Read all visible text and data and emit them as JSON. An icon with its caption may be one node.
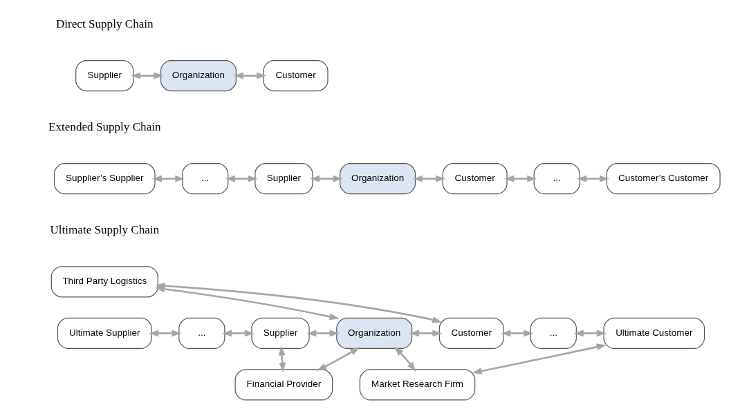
{
  "diagram": {
    "nodes": [
      {
        "text": [
          "Supplier"
        ]
      },
      {
        "text": [
          "Organization"
        ]
      },
      {
        "text": [
          "Customer"
        ]
      },
      {
        "text": [
          "Supplier’s Supplier"
        ]
      },
      {
        "text": [
          "..."
        ]
      },
      {
        "text": [
          "Supplier"
        ]
      },
      {
        "text": [
          "Organization"
        ]
      },
      {
        "text": [
          "Customer"
        ]
      },
      {
        "text": [
          "..."
        ]
      },
      {
        "text": [
          "Customer’s Customer"
        ]
      },
      {
        "text": [
          "Third Party Logistics"
        ]
      },
      {
        "text": [
          "Ultimate Supplier"
        ]
      },
      {
        "text": [
          "..."
        ]
      },
      {
        "text": [
          "Supplier"
        ]
      },
      {
        "text": [
          "Organization"
        ]
      },
      {
        "text": [
          "Customer"
        ]
      },
      {
        "text": [
          "..."
        ]
      },
      {
        "text": [
          "Ultimate Customer"
        ]
      },
      {
        "text": [
          "Financial Provider"
        ]
      },
      {
        "text": [
          "Market Research Firm"
        ]
      }
    ],
    "edges": [
      {
        "from": 0,
        "to": 1,
        "arrow": "both"
      },
      {
        "from": 1,
        "to": 2,
        "arrow": "both"
      },
      {
        "from": 3,
        "to": 4,
        "arrow": "both"
      },
      {
        "from": 4,
        "to": 5,
        "arrow": "both"
      },
      {
        "from": 5,
        "to": 6,
        "arrow": "both"
      },
      {
        "from": 6,
        "to": 7,
        "arrow": "both"
      },
      {
        "from": 7,
        "to": 8,
        "arrow": "both"
      },
      {
        "from": 8,
        "to": 9,
        "arrow": "both"
      },
      {
        "from": 11,
        "to": 12,
        "arrow": "both"
      },
      {
        "from": 12,
        "to": 13,
        "arrow": "both"
      },
      {
        "from": 13,
        "to": 14,
        "arrow": "both"
      },
      {
        "from": 14,
        "to": 15,
        "arrow": "both"
      },
      {
        "from": 15,
        "to": 16,
        "arrow": "both"
      },
      {
        "from": 16,
        "to": 17,
        "arrow": "both"
      },
      {
        "from": 14,
        "to": 10,
        "arrow": "both"
      },
      {
        "from": 10,
        "to": 15,
        "arrow": "both"
      },
      {
        "from": 13,
        "to": 18,
        "arrow": "both"
      },
      {
        "from": 18,
        "to": 14,
        "arrow": "both"
      },
      {
        "from": 14,
        "to": 19,
        "arrow": "both"
      },
      {
        "from": 19,
        "to": 17,
        "arrow": "both"
      }
    ],
    "labels": [
      "Direct Supply Chain",
      "Extended Supply Chain",
      "Ultimate Supply Chain"
    ]
  }
}
